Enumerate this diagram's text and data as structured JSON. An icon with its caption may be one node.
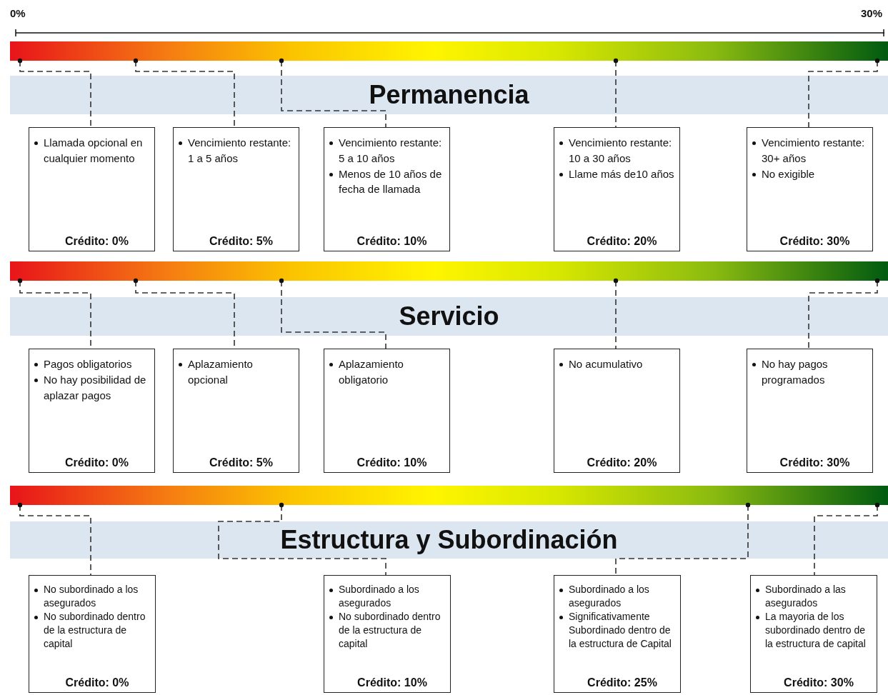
{
  "diagram": {
    "nodes": [
      {
        "text": [],
        "shape": "bar"
      },
      {
        "text": [
          "Permanencia"
        ]
      },
      {
        "text": [
          "Llamada opcional en cualquier momento",
          "Crédito: 0%"
        ]
      },
      {
        "text": [
          "Vencimiento restante: 1 a 5 años",
          "Crédito: 5%"
        ]
      },
      {
        "text": [
          "Vencimiento restante: 5 a 10 años",
          "Menos de 10 años de fecha de llamada",
          "Crédito: 10%"
        ]
      },
      {
        "text": [
          "Vencimiento restante: 10 a 30 años",
          "Llame más de10 años",
          "Crédito: 20%"
        ]
      },
      {
        "text": [
          "Vencimiento restante: 30+ años",
          "No exigible",
          "Crédito: 30%"
        ]
      },
      {
        "text": [],
        "shape": "bar"
      },
      {
        "text": [
          "Servicio"
        ]
      },
      {
        "text": [
          "Pagos obligatorios",
          "No hay posibilidad de aplazar pagos",
          "Crédito: 0%"
        ]
      },
      {
        "text": [
          "Aplazamiento opcional",
          "Crédito: 5%"
        ]
      },
      {
        "text": [
          "Aplazamiento obligatorio",
          "Crédito: 10%"
        ]
      },
      {
        "text": [
          "No acumulativo",
          "Crédito: 20%"
        ]
      },
      {
        "text": [
          "No hay pagos programados",
          "Crédito: 30%"
        ]
      },
      {
        "text": [],
        "shape": "bar"
      },
      {
        "text": [
          "Estructura y Subordinación"
        ]
      },
      {
        "text": [
          "No subordinado a los asegurados",
          "No subordinado dentro de la estructura de capital",
          "Crédito: 0%"
        ]
      },
      {
        "text": [
          "Subordinado a los asegurados",
          "No subordinado dentro de la estructura de capital",
          "Crédito: 10%"
        ]
      },
      {
        "text": [
          "Subordinado a los asegurados",
          "Significativamente Subordinado dentro de la estructura de Capital",
          "Crédito: 25%"
        ]
      },
      {
        "text": [
          "Subordinado a las asegurados",
          "La mayoria de los subordinado dentro de la estructura de capital",
          "Crédito: 30%"
        ]
      }
    ],
    "edges": [
      {
        "from": 0,
        "to": 2,
        "arrow": "other",
        "style": "dashed"
      },
      {
        "from": 0,
        "to": 3,
        "arrow": "other",
        "style": "dashed"
      },
      {
        "from": 0,
        "to": 4,
        "arrow": "other",
        "style": "dashed"
      },
      {
        "from": 0,
        "to": 5,
        "arrow": "other",
        "style": "dashed"
      },
      {
        "from": 0,
        "to": 6,
        "arrow": "other",
        "style": "dashed"
      },
      {
        "from": 7,
        "to": 9,
        "arrow": "other",
        "style": "dashed"
      },
      {
        "from": 7,
        "to": 10,
        "arrow": "other",
        "style": "dashed"
      },
      {
        "from": 7,
        "to": 11,
        "arrow": "other",
        "style": "dashed"
      },
      {
        "from": 7,
        "to": 12,
        "arrow": "other",
        "style": "dashed"
      },
      {
        "from": 7,
        "to": 13,
        "arrow": "other",
        "style": "dashed"
      },
      {
        "from": 14,
        "to": 16,
        "arrow": "other",
        "style": "dashed"
      },
      {
        "from": 14,
        "to": 17,
        "arrow": "other",
        "style": "dashed"
      },
      {
        "from": 14,
        "to": 18,
        "arrow": "other",
        "style": "dashed"
      },
      {
        "from": 14,
        "to": 19,
        "arrow": "other",
        "style": "dashed"
      }
    ],
    "labels": [
      "0%",
      "30%"
    ]
  }
}
